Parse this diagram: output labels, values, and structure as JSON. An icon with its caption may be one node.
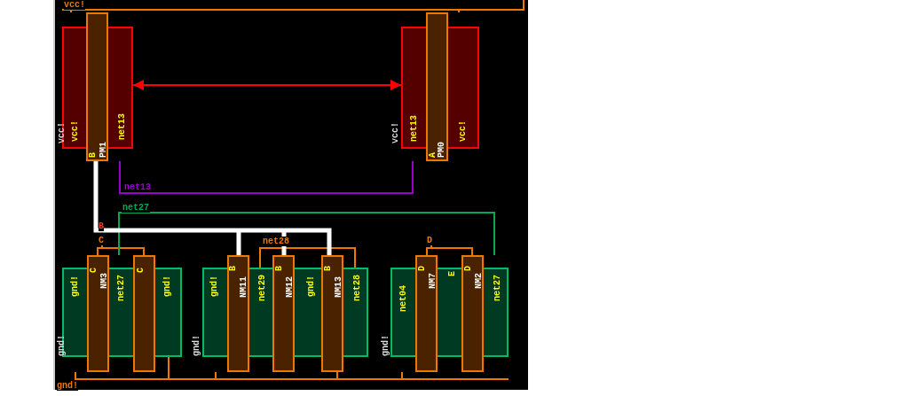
{
  "diagram": {
    "nodes": [
      {
        "text": [
          "vcc!",
          "PM1",
          "net13",
          "B"
        ],
        "beside": [
          "vcc!"
        ]
      },
      {
        "text": [
          "net13",
          "A",
          "PM0",
          "vcc!"
        ],
        "beside": [
          "vcc!"
        ]
      },
      {
        "text": [
          "gnd!",
          "C",
          "NM3",
          "net27",
          "C",
          "gnd!"
        ],
        "beside": [
          "gnd!"
        ]
      },
      {
        "text": [
          "gnd!",
          "B",
          "NM11",
          "net29",
          "B",
          "NM12",
          "gnd!",
          "B",
          "NM13",
          "net28"
        ],
        "beside": [
          "gnd!"
        ]
      },
      {
        "text": [
          "net04",
          "D",
          "NM7",
          "E",
          "D",
          "NM2",
          "net27"
        ],
        "beside": [
          "gnd!"
        ]
      }
    ],
    "edges": [
      {
        "from": 0,
        "to": 1,
        "arrow": "both",
        "color": "#ff0000"
      },
      {
        "from": 0,
        "to": 1,
        "arrow": "none",
        "label": "net13",
        "color": "#9900cc"
      },
      {
        "from": 2,
        "to": 4,
        "arrow": "none",
        "label": "net27",
        "color": "#00aa55"
      },
      {
        "from": 0,
        "to": 3,
        "arrow": "none",
        "style": "thick",
        "color": "#ffffff"
      },
      {
        "from": 0,
        "to": 1,
        "arrow": "none",
        "color": "#ee7700"
      },
      {
        "from": 2,
        "to": 3,
        "arrow": "none",
        "color": "#ee7700"
      },
      {
        "from": 3,
        "to": 4,
        "arrow": "none",
        "color": "#ee7700"
      }
    ],
    "labels": [
      "vcc!",
      "B",
      "C",
      "net28",
      "D",
      "gnd!"
    ]
  }
}
